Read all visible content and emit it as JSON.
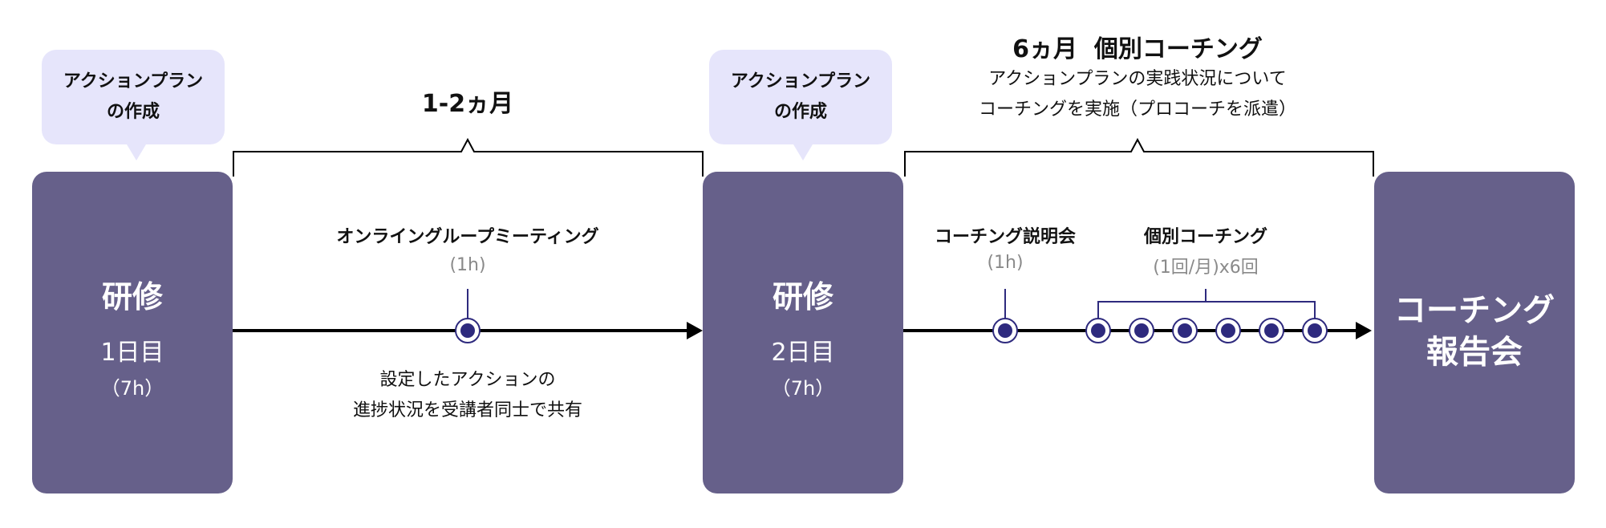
{
  "colors": {
    "stage_box": "#66608a",
    "callout_bg": "#e6e5fb",
    "milestone": "#2e2a7e",
    "timeline": "#000000",
    "muted_text": "#8a8a8a"
  },
  "stages": [
    {
      "title": "研修",
      "day": "1日目",
      "hours": "（7h）"
    },
    {
      "title": "研修",
      "day": "2日目",
      "hours": "（7h）"
    },
    {
      "title_line1": "コーチング",
      "title_line2": "報告会"
    }
  ],
  "callouts": [
    {
      "line1": "アクションプラン",
      "line2": "の作成"
    },
    {
      "line1": "アクションプラン",
      "line2": "の作成"
    }
  ],
  "period1": {
    "label": "1-2ヵ月",
    "event_title": "オンライングループミーティング",
    "event_duration": "(1h)",
    "description_line1": "設定したアクションの",
    "description_line2": "進捗状況を受講者同士で共有"
  },
  "period2": {
    "label": "6ヵ月  個別コーチング",
    "description_line1": "アクションプランの実践状況について",
    "description_line2": "コーチングを実施（プロコーチを派遣）",
    "events": [
      {
        "title": "コーチング説明会",
        "duration": "(1h)",
        "sessions": 1
      },
      {
        "title": "個別コーチング",
        "duration": "(1回/月)x6回",
        "sessions": 6
      }
    ]
  }
}
